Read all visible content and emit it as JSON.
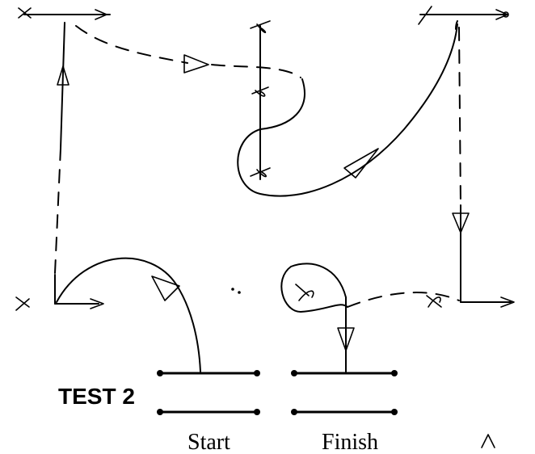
{
  "title": "TEST 2",
  "labels": {
    "start": "Start",
    "finish": "Finish"
  },
  "colors": {
    "ink": "#000000",
    "background": "#ffffff"
  }
}
